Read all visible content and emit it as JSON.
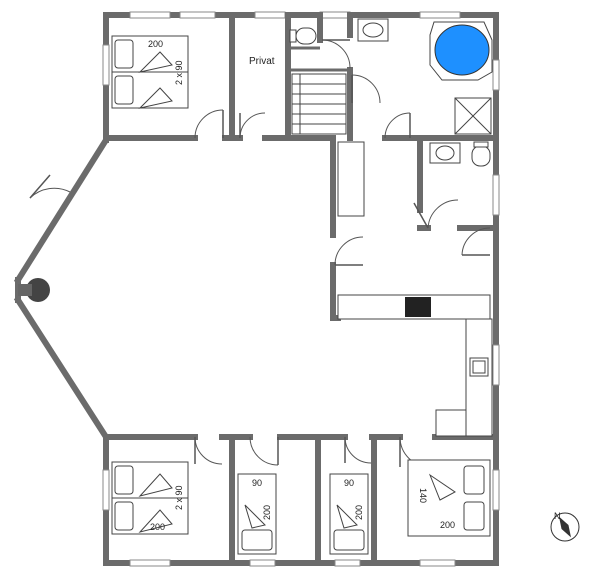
{
  "rooms": {
    "top_bedroom": {
      "bed_size": "200",
      "bed_width": "2 x 90"
    },
    "private_room": {
      "label": "Privat"
    },
    "bottom_left_bedroom": {
      "bed_size": "200",
      "bed_width": "2 x 90"
    },
    "bottom_mid_bedroom_1": {
      "bed_width": "90",
      "bed_size": "200"
    },
    "bottom_mid_bedroom_2": {
      "bed_width": "90",
      "bed_size": "200"
    },
    "bottom_right_bedroom": {
      "bed_width": "140",
      "bed_size": "200"
    }
  },
  "compass": {
    "north_label": "N"
  },
  "colors": {
    "wall": "#6b6b6b",
    "pool": "#1e90ff",
    "stove": "#222222"
  }
}
